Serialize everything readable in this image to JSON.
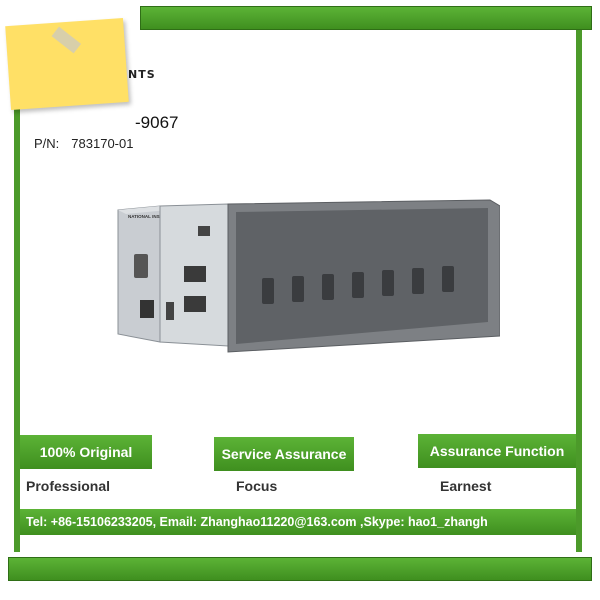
{
  "header": {
    "brand_fragment": "NTS",
    "model_fragment": "-9067",
    "pn_label": "P/N:",
    "pn_value": "783170-01"
  },
  "product_image": {
    "brand_label": "NATIONAL INSTRUMENTS",
    "icon": "chassis-controller-image"
  },
  "badges": [
    {
      "label": "100% Original",
      "sub": "Professional"
    },
    {
      "label": "Service Assurance",
      "sub": "Focus"
    },
    {
      "label": "Assurance Function",
      "sub": "Earnest"
    }
  ],
  "contact": {
    "text": "Tel: +86-15106233205, Email: Zhanghao11220@163.com ,Skype: hao1_zhangh"
  },
  "colors": {
    "accent_green": "#4c9a2a",
    "sticky_yellow": "#ffe066"
  }
}
